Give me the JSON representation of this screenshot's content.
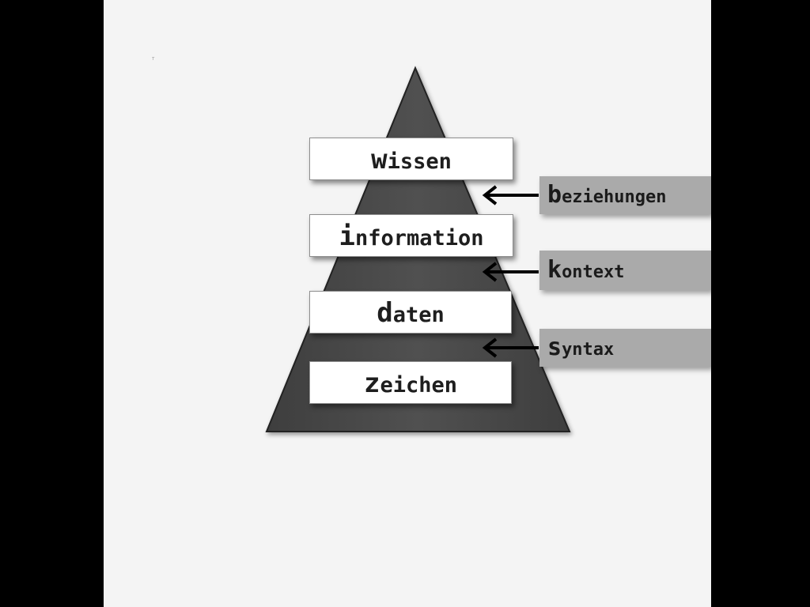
{
  "slide": {
    "corner_mark": "ᵀ"
  },
  "pyramid": {
    "levels": [
      {
        "initial": "w",
        "rest": "issen"
      },
      {
        "initial": "i",
        "rest": "nformation"
      },
      {
        "initial": "d",
        "rest": "aten"
      },
      {
        "initial": "z",
        "rest": "eichen"
      }
    ]
  },
  "transitions": [
    {
      "initial": "b",
      "rest": "eziehungen"
    },
    {
      "initial": "k",
      "rest": "ontext"
    },
    {
      "initial": "s",
      "rest": "yntax"
    }
  ],
  "colors": {
    "pyramid_fill": "#4a4a4a",
    "box_fill": "#ffffff",
    "tag_fill": "#aaaaaa",
    "slide_bg": "#f4f4f4",
    "frame_bg": "#000000"
  }
}
